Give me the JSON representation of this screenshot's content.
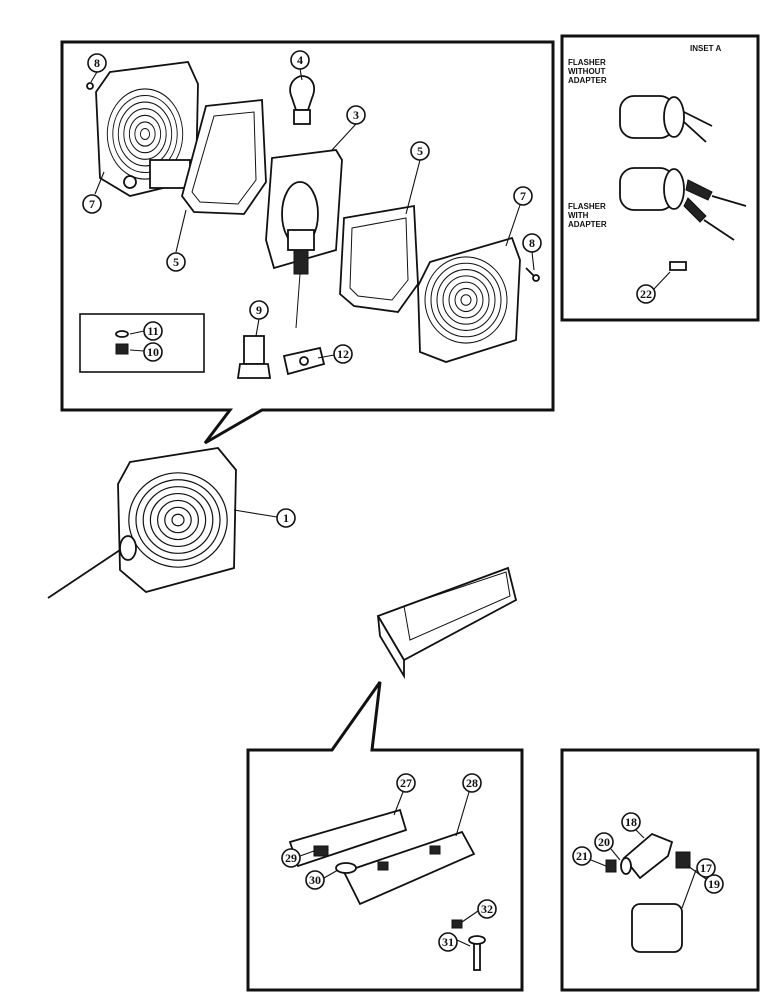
{
  "inset": {
    "title": "INSET A",
    "label_without": "FLASHER\nWITHOUT\nADAPTER",
    "label_with": "FLASHER\nWITH\nADAPTER"
  },
  "callouts": {
    "c8a": "8",
    "c4": "4",
    "c3": "3",
    "c5a": "5",
    "c5b": "5",
    "c7a": "7",
    "c7b": "7",
    "c8b": "8",
    "c9": "9",
    "c11": "11",
    "c10": "10",
    "c12": "12",
    "c22": "22",
    "c1": "1",
    "c27": "27",
    "c28": "28",
    "c29": "29",
    "c30": "30",
    "c32": "32",
    "c31": "31",
    "c18": "18",
    "c20": "20",
    "c21": "21",
    "c19": "19",
    "c17": "17"
  }
}
